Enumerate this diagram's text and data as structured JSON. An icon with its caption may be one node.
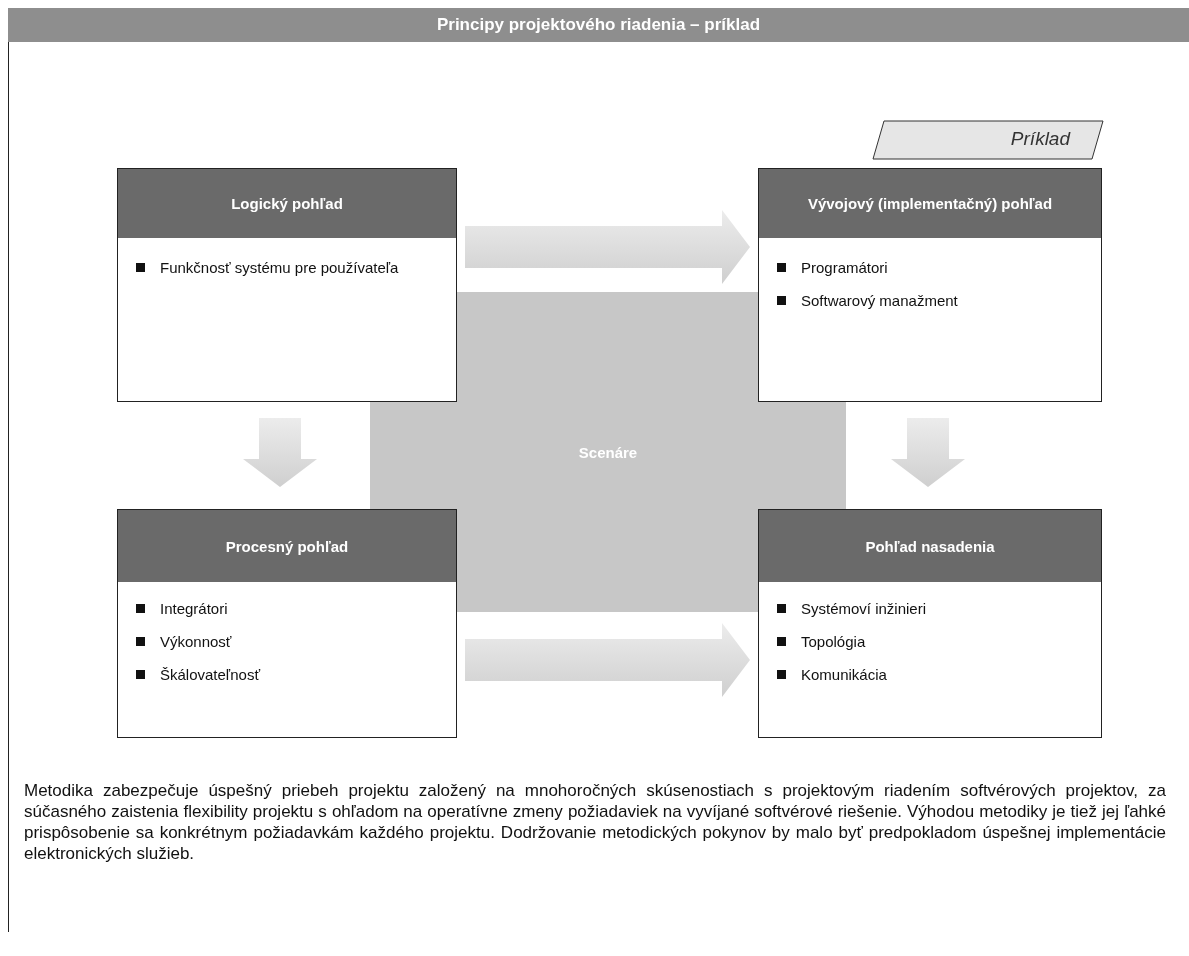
{
  "diagram": {
    "title": "Principy projektového riadenia – príklad",
    "nodes": [
      {
        "text": [
          "Logický pohľad",
          "Funkčnosť systému pre používateľa"
        ]
      },
      {
        "text": [
          "Vývojový (implementačný) pohľad",
          "Programátori",
          "Softwarový manažment"
        ]
      },
      {
        "text": [
          "Scenáre"
        ]
      },
      {
        "text": [
          "Procesný pohľad",
          "Integrátori",
          "Výkonnosť",
          "Škálovateľnosť"
        ]
      },
      {
        "text": [
          "Pohľad nasadenia",
          "Systémoví inžinieri",
          "Topológia",
          "Komunikácia"
        ]
      }
    ],
    "edges": [
      {
        "from": 0,
        "to": 1,
        "arrow": "to"
      },
      {
        "from": 0,
        "to": 3,
        "arrow": "to"
      },
      {
        "from": 1,
        "to": 4,
        "arrow": "to"
      },
      {
        "from": 3,
        "to": 4,
        "arrow": "to"
      }
    ],
    "labels": [
      "Príklad"
    ],
    "caption": "Metodika zabezpečuje úspešný priebeh projektu založený na mnohoročných skúsenostiach s projektovým riadením softvérových projektov, za súčasného zaistenia flexibility projektu s ohľadom na operatívne zmeny požiadaviek na vyvíjané softvérové riešenie. Výhodou metodiky je tiež jej ľahké prispôsobenie sa konkrétnym požiadavkám každého projektu. Dodržovanie metodických pokynov by malo byť predpokladom úspešnej implementácie elektronických služieb."
  }
}
